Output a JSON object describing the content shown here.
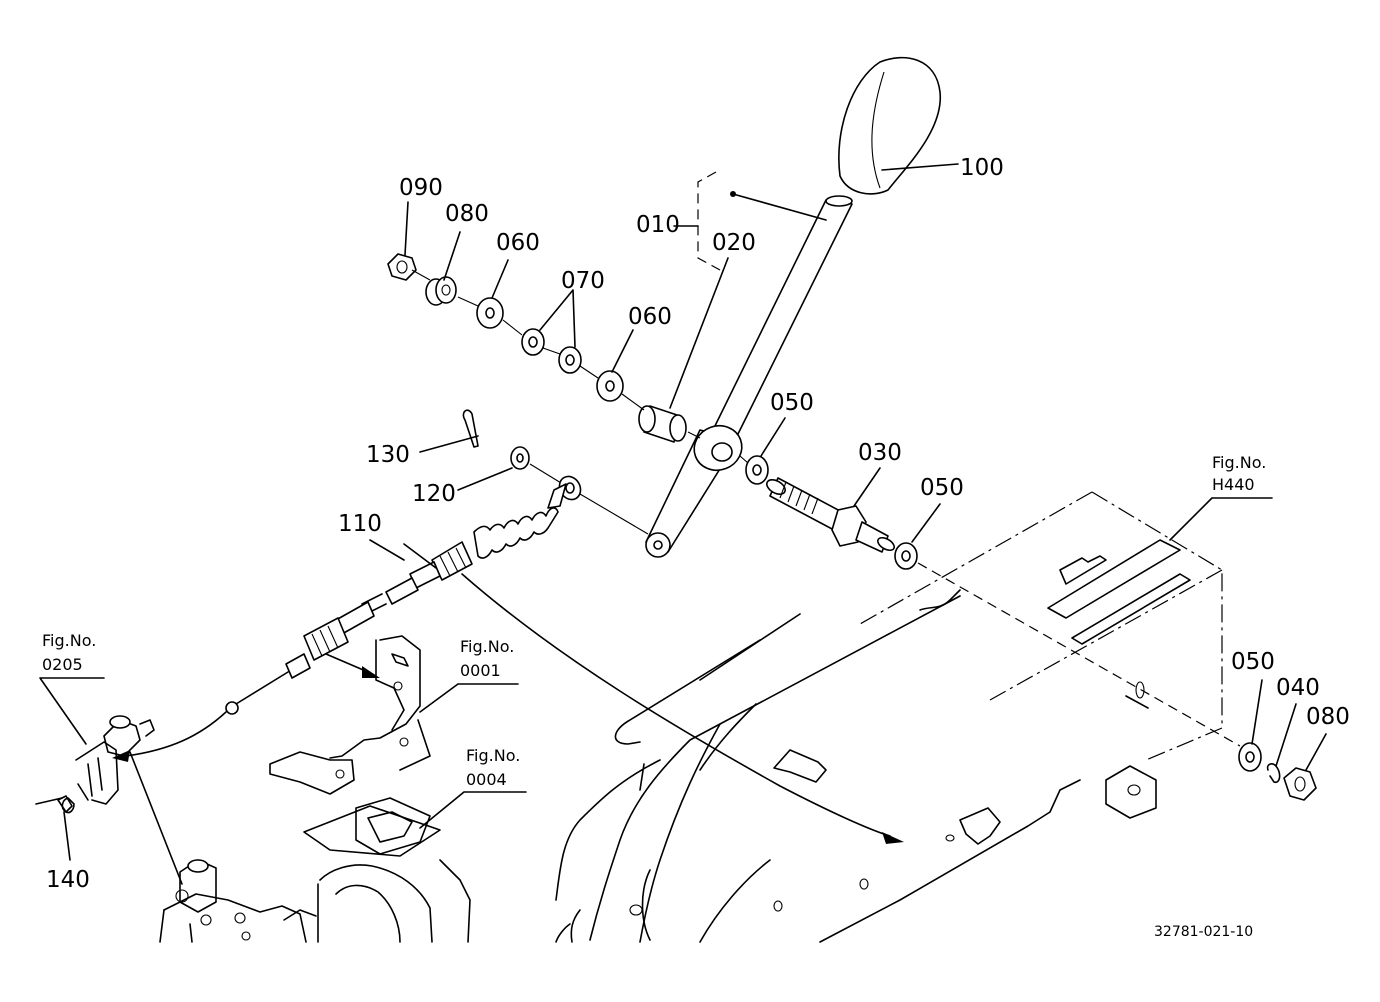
{
  "part_labels": {
    "p010": "010",
    "p020": "020",
    "p030": "030",
    "p040": "040",
    "p050a": "050",
    "p050b": "050",
    "p050c": "050",
    "p060a": "060",
    "p060b": "060",
    "p070": "070",
    "p080a": "080",
    "p080b": "080",
    "p090": "090",
    "p100": "100",
    "p110": "110",
    "p120": "120",
    "p130": "130",
    "p140": "140"
  },
  "figure_refs": {
    "h440": {
      "title": "Fig.No.",
      "number": "H440"
    },
    "f0205": {
      "title": "Fig.No.",
      "number": "0205"
    },
    "f0001": {
      "title": "Fig.No.",
      "number": "0001"
    },
    "f0004": {
      "title": "Fig.No.",
      "number": "0004"
    }
  },
  "drawing_code": "32781-021-10"
}
